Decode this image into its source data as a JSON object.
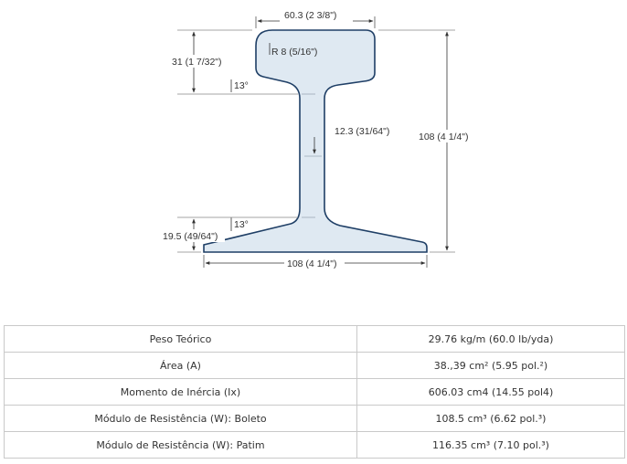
{
  "diagram": {
    "head_width": "60.3 (2 3/8\")",
    "head_radius": "R 8 (5/16\")",
    "head_depth": "31 (1 7/32\")",
    "head_angle": "13°",
    "web_thickness": "12.3 (31/64\")",
    "total_height": "108 (4 1/4\")",
    "foot_angle": "13°",
    "foot_depth": "19.5 (49/64\")",
    "foot_width": "108 (4 1/4\")",
    "rail_fill": "#dfe9f2",
    "rail_stroke": "#1f3f66"
  },
  "table": {
    "rows": [
      {
        "label": "Peso Teórico",
        "value": "29.76 kg/m (60.0 lb/yda)"
      },
      {
        "label": "Área (A)",
        "value": "38.,39 cm² (5.95 pol.²)"
      },
      {
        "label": "Momento de Inércia (Ix)",
        "value": "606.03 cm4 (14.55 pol4)"
      },
      {
        "label": "Módulo de Resistência (W): Boleto",
        "value": "108.5 cm³ (6.62 pol.³)"
      },
      {
        "label": "Módulo de Resistência (W): Patim",
        "value": "116.35 cm³ (7.10 pol.³)"
      }
    ]
  }
}
